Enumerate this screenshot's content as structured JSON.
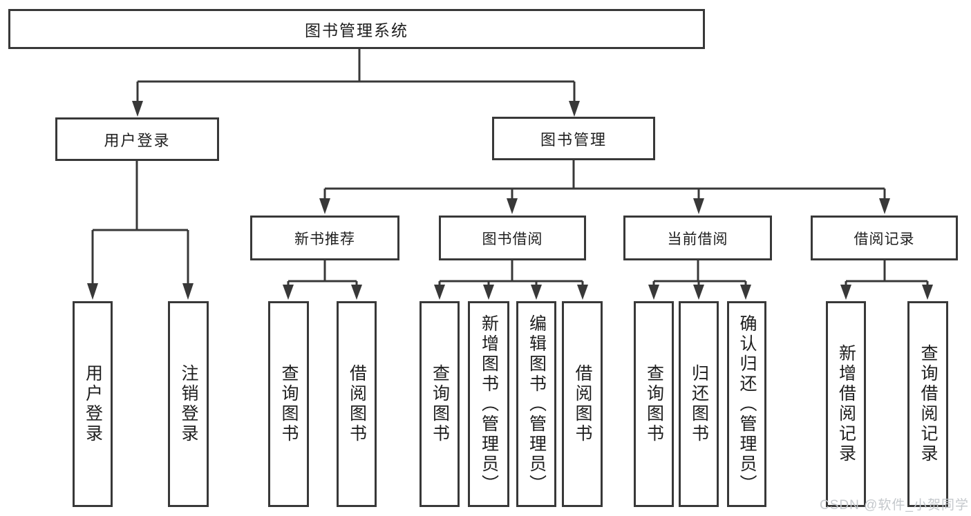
{
  "title": "图书管理系统",
  "watermark": "CSDN @软件_小贺同学",
  "colors": {
    "line": "#383838",
    "border": "#383838",
    "text": "#1e1e1e",
    "background": "#ffffff",
    "watermark": "#c4c8cc"
  },
  "nodes": {
    "root": {
      "label": "图书管理系统",
      "level": 0
    },
    "user_login": {
      "label": "用户登录",
      "level": 1
    },
    "book_mgmt": {
      "label": "图书管理",
      "level": 1
    },
    "new_book_rec": {
      "label": "新书推荐",
      "level": 2
    },
    "book_borrow": {
      "label": "图书借阅",
      "level": 2
    },
    "current_borrow": {
      "label": "当前借阅",
      "level": 2
    },
    "borrow_records": {
      "label": "借阅记录",
      "level": 2
    },
    "leaf_user_login": {
      "label": "用户登录",
      "parent": "用户登录"
    },
    "leaf_logout": {
      "label": "注销登录",
      "parent": "用户登录"
    },
    "leaf_query_book_1": {
      "label": "查询图书",
      "parent": "新书推荐"
    },
    "leaf_borrow_book_1": {
      "label": "借阅图书",
      "parent": "新书推荐"
    },
    "leaf_query_book_2": {
      "label": "查询图书",
      "parent": "图书借阅"
    },
    "leaf_add_book": {
      "label": "新增图书（管理员）",
      "parent": "图书借阅"
    },
    "leaf_edit_book": {
      "label": "编辑图书（管理员）",
      "parent": "图书借阅"
    },
    "leaf_borrow_book_2": {
      "label": "借阅图书",
      "parent": "图书借阅"
    },
    "leaf_query_book_3": {
      "label": "查询图书",
      "parent": "当前借阅"
    },
    "leaf_return_book": {
      "label": "归还图书",
      "parent": "当前借阅"
    },
    "leaf_confirm_return": {
      "label": "确认归还（管理员）",
      "parent": "当前借阅"
    },
    "leaf_add_record": {
      "label": "新增借阅记录",
      "parent": "借阅记录"
    },
    "leaf_query_record": {
      "label": "查询借阅记录",
      "parent": "借阅记录"
    }
  },
  "hierarchy": {
    "图书管理系统": {
      "用户登录": [
        "用户登录",
        "注销登录"
      ],
      "图书管理": {
        "新书推荐": [
          "查询图书",
          "借阅图书"
        ],
        "图书借阅": [
          "查询图书",
          "新增图书（管理员）",
          "编辑图书（管理员）",
          "借阅图书"
        ],
        "当前借阅": [
          "查询图书",
          "归还图书",
          "确认归还（管理员）"
        ],
        "借阅记录": [
          "新增借阅记录",
          "查询借阅记录"
        ]
      }
    }
  }
}
